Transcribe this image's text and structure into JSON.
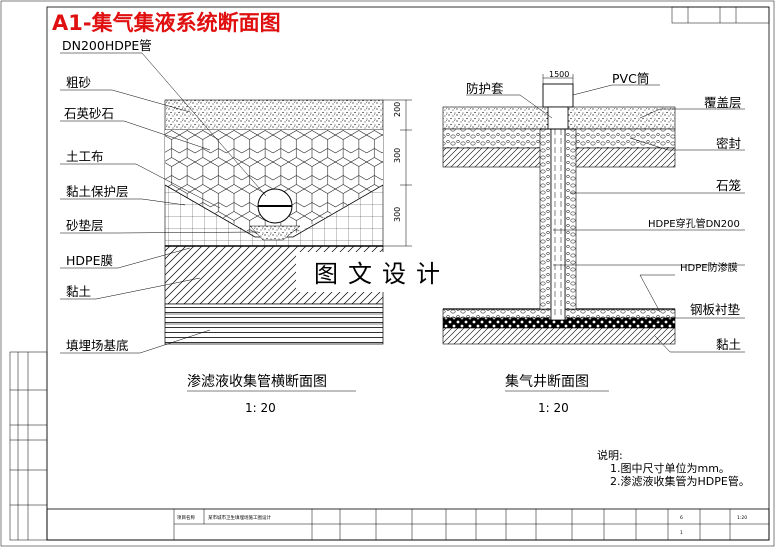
{
  "title": "A1-集气集液系统断面图",
  "left_section": {
    "labels": [
      "DN200HDPE管",
      "粗砂",
      "石英砂石",
      "土工布",
      "黏土保护层",
      "砂垫层",
      "HDPE膜",
      "黏土",
      "填埋场基底"
    ],
    "dimensions": [
      "200",
      "300",
      "300"
    ],
    "caption": "渗滤液收集管横断面图",
    "scale": "1: 20"
  },
  "right_section": {
    "top_labels": [
      "防护套",
      "1500",
      "PVC筒"
    ],
    "side_labels": [
      "覆盖层",
      "密封",
      "石笼",
      "HDPE穿孔管DN200",
      "HDPE防渗膜",
      "钢板衬垫",
      "黏土"
    ],
    "caption": "集气井断面图",
    "scale": "1: 20"
  },
  "watermark": "图文设计",
  "notes": {
    "title": "说明:",
    "items": [
      "1.图中尺寸单位为mm。",
      "2.渗滤液收集管为HDPE管。"
    ]
  },
  "title_block": {
    "project_label": "项目名称",
    "project_name": "某市城市卫生填埋场施工图设计",
    "scale_value": "1:20",
    "sheet_no": "6",
    "sheet_total": "1"
  },
  "colors": {
    "title": "#e01010",
    "line": "#000000"
  }
}
